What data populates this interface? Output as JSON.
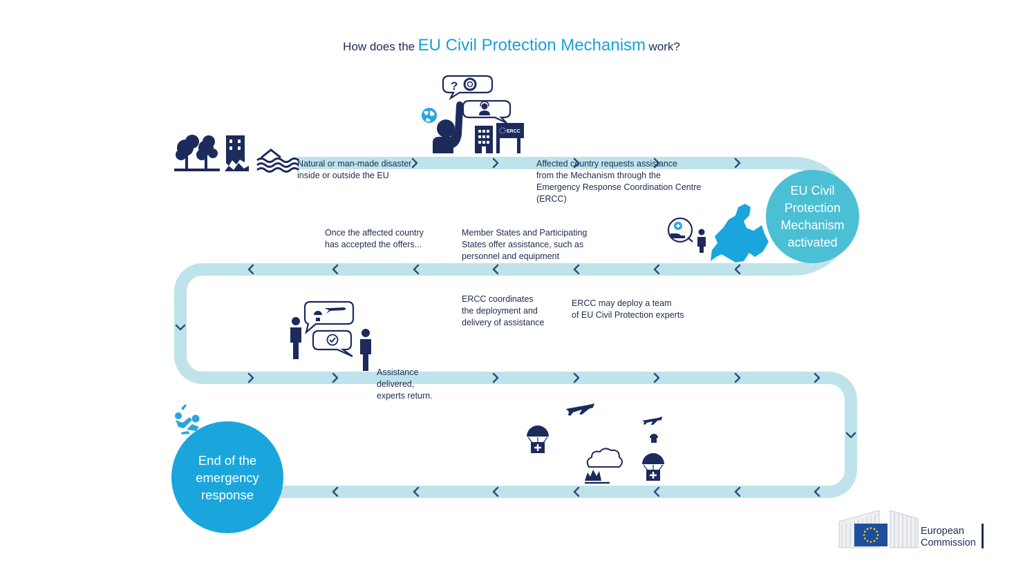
{
  "title": {
    "prefix": "How does the",
    "highlight": "EU Civil Protection Mechanism",
    "suffix": "work?"
  },
  "steps": {
    "disaster": "Natural or man-made disaster\ninside or outside the EU",
    "request": "Affected country requests assistance\nfrom the Mechanism through the\nEmergency Response Coordination Centre\n(ERCC)",
    "activated": "EU Civil\nProtection\nMechanism\nactivated",
    "offer": "Member States and Participating\nStates offer assistance, such as\npersonnel and equipment",
    "accepted": "Once the affected country\nhas accepted the offers...",
    "coordinates": "ERCC coordinates\nthe deployment and\ndelivery of assistance",
    "deploy_team": "ERCC may deploy a team\nof EU Civil Protection experts",
    "delivered": "Assistance\ndelivered,\nexperts return.",
    "end": "End of the\nemergency\nresponse"
  },
  "ercc_sign": "ERCC",
  "logo": {
    "text": "European\nCommission"
  },
  "colors": {
    "track": "#bfe3ea",
    "chevron": "#2d4f7f",
    "accent": "#1aa0d8",
    "circle_activated": "#4bbfd3",
    "circle_end": "#1aa6dc",
    "icon_navy": "#1c2a5c",
    "icon_blue": "#29a6de",
    "eu_flag": "#1f4e9c",
    "eu_star": "#ffd617"
  },
  "icons": [
    "trees-icon",
    "damaged-building-icon",
    "flood-icon",
    "person-waving-icon",
    "globe-icon",
    "question-lifebuoy-bubble-icon",
    "call-center-bubble-icon",
    "hospital-building-icon",
    "ercc-sign-icon",
    "help-hand-icon",
    "person-icon",
    "europe-map-icon",
    "people-conversation-icon",
    "plane-icon",
    "parachute-aid-icon",
    "checkmark-icon",
    "wildfire-smoke-icon",
    "rescue-icon",
    "eu-flag-icon"
  ]
}
